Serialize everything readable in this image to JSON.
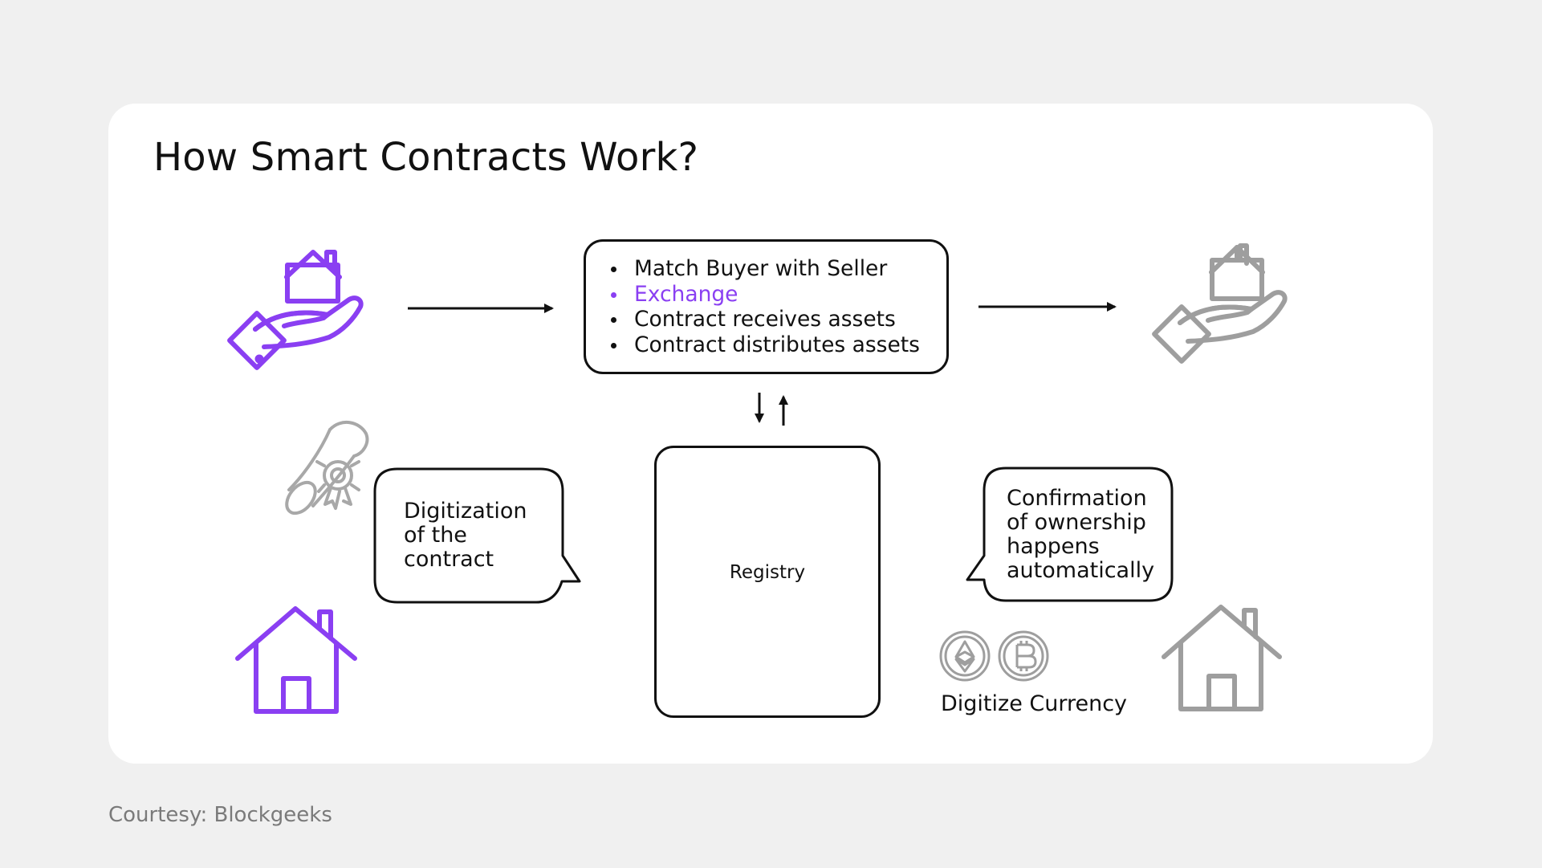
{
  "title": "How Smart Contracts Work?",
  "steps": [
    "Match Buyer with Seller",
    "Exchange",
    "Contract receives assets",
    "Contract distributes assets"
  ],
  "registry_label": "Registry",
  "bubble_left": "Digitization\nof the\ncontract",
  "bubble_right": "Confirmation\nof ownership\nhappens\nautomatically",
  "currency_label": "Digitize Currency",
  "source": "Courtesy: Blockgeeks",
  "colors": {
    "accent": "#8a3ff2",
    "gray": "#9e9e9e",
    "ink": "#111111"
  }
}
